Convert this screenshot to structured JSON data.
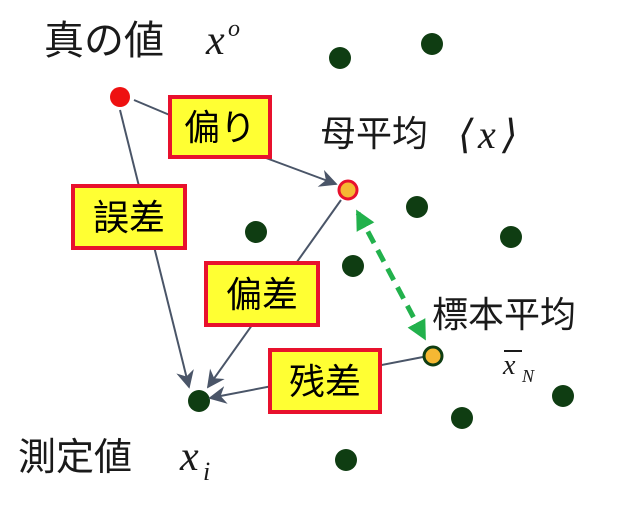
{
  "labels": {
    "true_value": {
      "text": "真の値",
      "math": "x",
      "sup": "o"
    },
    "population_mean": {
      "text": "母平均",
      "math_open": "⟨",
      "math": "x",
      "math_close": "⟩"
    },
    "sample_mean": {
      "text": "標本平均",
      "math": "x",
      "sub": "N"
    },
    "measured_value": {
      "text": "測定値",
      "math": "x",
      "sub": "i"
    }
  },
  "boxes": {
    "bias": "偏り",
    "error": "誤差",
    "deviation": "偏差",
    "residual": "残差"
  },
  "colors": {
    "box_fill": "#ffff33",
    "box_border": "#e8112d",
    "true_value_point": "#ee1111",
    "mean_point_fill": "#f5b833",
    "mean_point_border": "#e8112d",
    "sample_point": "#0f3d12",
    "arrow": "#4a5568",
    "dashed_arrow": "#22b14c"
  }
}
